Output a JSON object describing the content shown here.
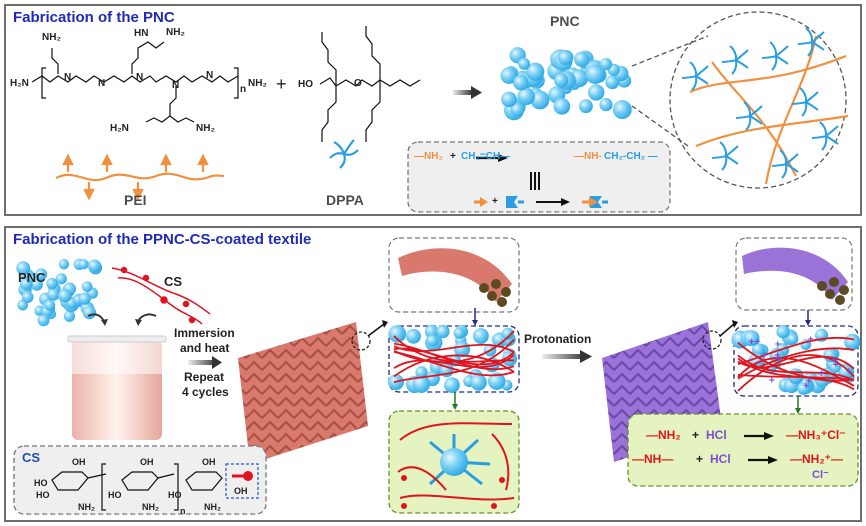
{
  "top_panel": {
    "title": "Fabrication of the PNC",
    "pei_label": "PEI",
    "dppa_label": "DPPA",
    "pnc_label": "PNC",
    "plus": "+",
    "pei_structure": {
      "nh2": "NH₂",
      "h2n": "H₂N",
      "n": "N",
      "h": "H",
      "hn": "HN",
      "repeat": "n"
    },
    "dppa_structure": {
      "ho": "HO",
      "o": "O"
    },
    "reaction_box": {
      "reactant1": "—NH₂",
      "plus": "+",
      "reactant2": "CH₂=CH—",
      "product_nh": "—NH-",
      "product_rest": "CH₂-CH₂ —",
      "equivalence": "|||"
    },
    "colors": {
      "pei": "#f0913f",
      "dppa": "#2a9ee0",
      "title": "#1f2bb8"
    }
  },
  "bottom_panel": {
    "title": "Fabrication of the PPNC-CS-coated textile",
    "pnc_label": "PNC",
    "cs_label": "CS",
    "step1_line1": "Immersion",
    "step1_line2": "and heat",
    "step2_line1": "Repeat",
    "step2_line2": "4 cycles",
    "protonation_label": "Protonation",
    "cs_box": {
      "title": "CS",
      "oh": "OH",
      "ho": "HO",
      "o": "O",
      "nh2": "NH₂",
      "repeat": "n"
    },
    "protonation_box": {
      "r1_left": "—NH₂",
      "r1_plus": "+",
      "r1_hcl": "HCl",
      "r1_product": "—NH₃⁺Cl⁻",
      "r2_left": "—NH—",
      "r2_plus": "+",
      "r2_hcl": "HCl",
      "r2_product": "—NH₂⁺—",
      "r2_counterion": "Cl⁻"
    },
    "colors": {
      "cs": "#e0141e",
      "textile_pre": "#d9786c",
      "textile_post": "#9a72d8",
      "hcl": "#7a4fd1",
      "green_box": "#e4f3bf"
    }
  }
}
